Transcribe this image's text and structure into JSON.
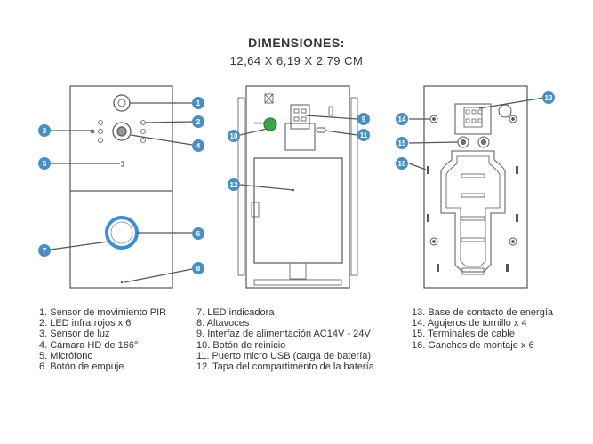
{
  "title": "DIMENSIONES:",
  "subtitle": "12,64 X 6,19 X 2,79 CM",
  "colors": {
    "accent": "#4a8fc0",
    "outline": "#555555",
    "ring": "#3d8fcf",
    "reset": "#3fa34d"
  },
  "front_labels": [
    "1",
    "2",
    "3",
    "4",
    "5",
    "6",
    "7",
    "8"
  ],
  "back_labels": [
    "9",
    "10",
    "11",
    "12"
  ],
  "mount_labels": [
    "13",
    "14",
    "15",
    "16"
  ],
  "reset_text": "RESET",
  "legend": {
    "col1": [
      "1. Sensor de movimiento PIR",
      "2. LED infrarrojos x 6",
      "3. Sensor de luz",
      "4. Cámara HD de 166°",
      "5. Micrófono",
      "6. Botón de empuje"
    ],
    "col2": [
      "7. LED indicadora",
      "8. Altavoces",
      "9. Interfaz de alimentación AC14V - 24V",
      "10. Botón de reinicio",
      "11. Puerto micro USB (carga de batería)",
      "12. Tapa del compartimento de la batería"
    ],
    "col3": [
      "13. Base de contacto de energía",
      "14. Agujeros de tornillo x 4",
      "15. Terminales de cable",
      "16. Ganchos de montaje x 6"
    ]
  }
}
